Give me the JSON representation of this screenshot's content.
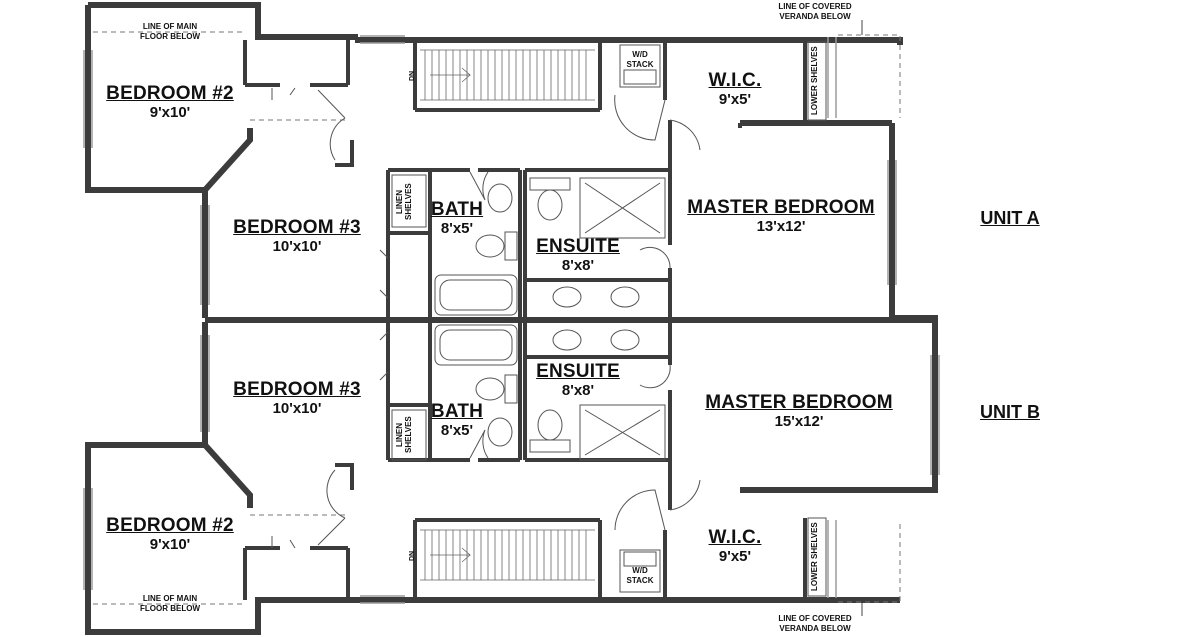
{
  "units": [
    {
      "name": "UNIT A",
      "rooms": {
        "bedroom2": {
          "name": "BEDROOM #2",
          "dims": "9'x10'"
        },
        "bedroom3": {
          "name": "BEDROOM #3",
          "dims": "10'x10'"
        },
        "bath": {
          "name": "BATH",
          "dims": "8'x5'"
        },
        "ensuite": {
          "name": "ENSUITE",
          "dims": "8'x8'"
        },
        "wic": {
          "name": "W.I.C.",
          "dims": "9'x5'"
        },
        "master": {
          "name": "MASTER BEDROOM",
          "dims": "13'x12'"
        }
      }
    },
    {
      "name": "UNIT B",
      "rooms": {
        "bedroom2": {
          "name": "BEDROOM #2",
          "dims": "9'x10'"
        },
        "bedroom3": {
          "name": "BEDROOM #3",
          "dims": "10'x10'"
        },
        "bath": {
          "name": "BATH",
          "dims": "8'x5'"
        },
        "ensuite": {
          "name": "ENSUITE",
          "dims": "8'x8'"
        },
        "wic": {
          "name": "W.I.C.",
          "dims": "9'x5'"
        },
        "master": {
          "name": "MASTER BEDROOM",
          "dims": "15'x12'"
        }
      }
    }
  ],
  "notes": {
    "main_floor_line": [
      "LINE OF MAIN",
      "FLOOR BELOW"
    ],
    "veranda_line": [
      "LINE OF COVERED",
      "VERANDA BELOW"
    ],
    "wd_stack": [
      "W/D",
      "STACK"
    ],
    "linen": [
      "LINEN",
      "SHELVES"
    ],
    "lower_shelves": "LOWER SHELVES",
    "stair_dn": "DN"
  },
  "colors": {
    "wall": "#3c3c3c",
    "wall_light": "#9a9a9a",
    "fixture": "#555555",
    "background": "#ffffff"
  }
}
